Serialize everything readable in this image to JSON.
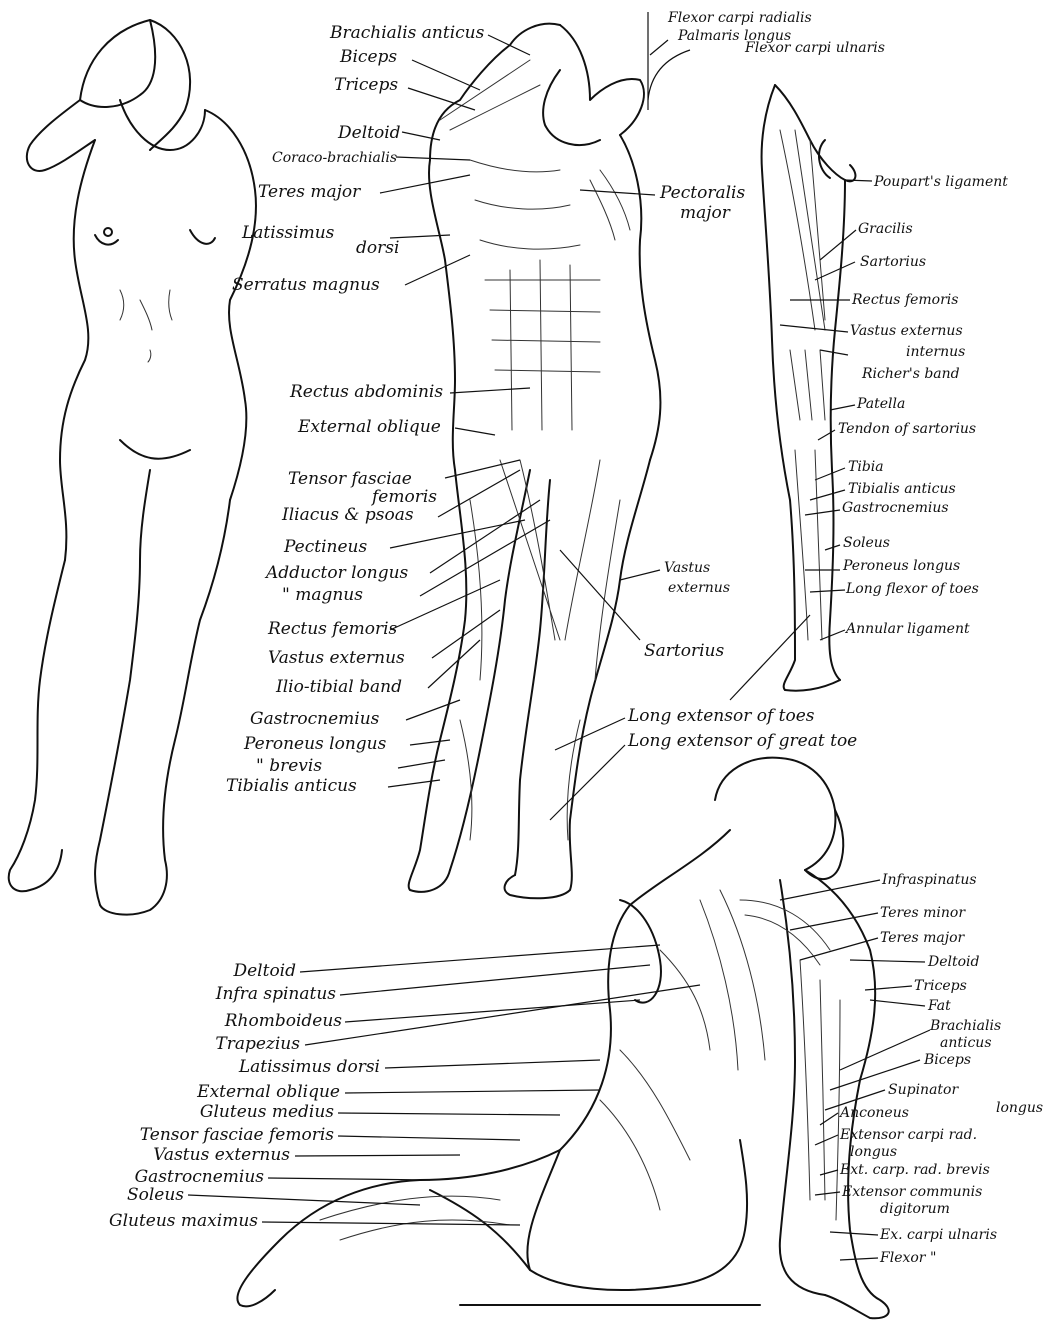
{
  "labels": {
    "brachialis_anticus": "Brachialis anticus",
    "biceps": "Biceps",
    "triceps": "Triceps",
    "deltoid": "Deltoid",
    "coraco_brachialis": "Coraco-brachialis",
    "teres_major": "Teres major",
    "latissimus": "Latissimus",
    "dorsi": "dorsi",
    "serratus_magnus": "Serratus magnus",
    "rectus_abdominis": "Rectus abdominis",
    "external_oblique": "External oblique",
    "tensor_fasciae": "Tensor fasciae",
    "femoris": "femoris",
    "iliacus_psoas": "Iliacus & psoas",
    "pectineus": "Pectineus",
    "adductor_longus": "Adductor longus",
    "ditto_magnus": "\"        magnus",
    "rectus_femoris": "Rectus femoris",
    "vastus_externus": "Vastus externus",
    "ilio_tibial_band": "Ilio-tibial band",
    "gastrocnemius": "Gastrocnemius",
    "peroneus_longus": "Peroneus longus",
    "ditto_brevis": "\"           brevis",
    "tibialis_anticus": "Tibialis anticus",
    "flexor_carpi_radialis": "Flexor carpi radialis",
    "palmaris_longus": "Palmaris longus",
    "flexor_carpi_ulnaris": "Flexor carpi ulnaris",
    "pectoralis": "Pectoralis",
    "major": "major",
    "vastus": "Vastus",
    "externus": "externus",
    "sartorius": "Sartorius",
    "long_extensor_toes": "Long extensor of toes",
    "long_extensor_great_toe": "Long extensor of great toe",
    "pouparts_ligament": "Poupart's ligament",
    "gracilis": "Gracilis",
    "sartorius_r": "Sartorius",
    "rectus_femoris_r": "Rectus femoris",
    "vastus_externus_r": "Vastus externus",
    "internus": "internus",
    "richers_band": "Richer's band",
    "patella": "Patella",
    "tendon_of_sartorius": "Tendon of sartorius",
    "tibia": "Tibia",
    "tibialis_anticus_r": "Tibialis anticus",
    "gastrocnemius_r": "Gastrocnemius",
    "soleus_r": "Soleus",
    "peroneus_longus_r": "Peroneus longus",
    "long_flexor_toes": "Long flexor of toes",
    "annular_ligament": "Annular ligament",
    "b_deltoid": "Deltoid",
    "b_infra_spinatus": "Infra spinatus",
    "b_rhomboideus": "Rhomboideus",
    "b_trapezius": "Trapezius",
    "b_latissimus": "Latissimus dorsi",
    "b_external_oblique": "External oblique",
    "b_gluteus_medius": "Gluteus medius",
    "b_tensor": "Tensor fasciae femoris",
    "b_vastus_externus": "Vastus externus",
    "b_gastrocnemius": "Gastrocnemius",
    "b_soleus": "Soleus",
    "b_gluteus_maximus": "Gluteus maximus",
    "r_infraspinatus": "Infraspinatus",
    "r_teres_minor": "Teres minor",
    "r_teres_major": "Teres major",
    "r_deltoid": "Deltoid",
    "r_triceps": "Triceps",
    "r_fat": "Fat",
    "r_brachialis": "Brachialis",
    "r_anticus": "anticus",
    "r_biceps": "Biceps",
    "r_supinator": "Supinator",
    "r_longus": "longus",
    "r_anconeus": "Anconeus",
    "r_ext_carpi_rad": "Extensor carpi rad.",
    "r_longus2": "longus",
    "r_ext_carp_brevis": "Ext. carp. rad. brevis",
    "r_ext_communis": "Extensor communis",
    "r_digitorum": "digitorum",
    "r_ex_carpi_ulnaris": "Ex. carpi ulnaris",
    "r_flexor": "Flexor \""
  }
}
